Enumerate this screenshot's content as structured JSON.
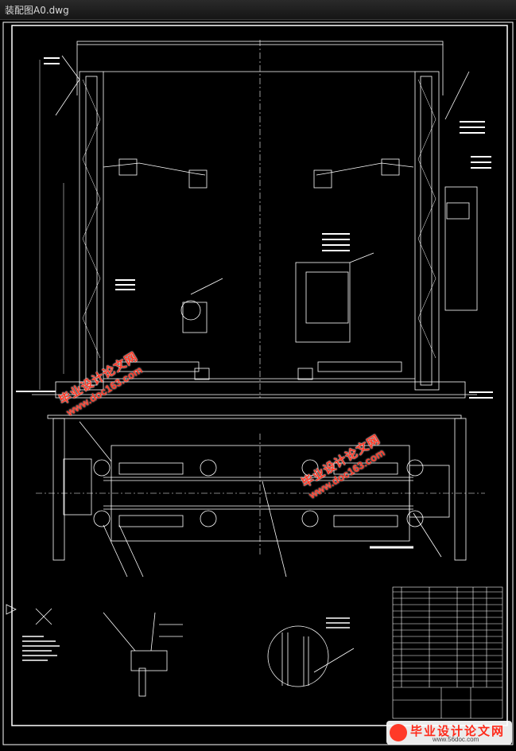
{
  "window": {
    "title": "装配图A0.dwg"
  },
  "watermarks": [
    {
      "cn": "毕业设计论文网",
      "en": "www.doc163.com"
    },
    {
      "cn": "毕业设计论文网",
      "en": "www.doc163.com"
    }
  ],
  "logo": {
    "cn": "毕业设计论文网",
    "en": "www.56doc.com"
  },
  "colors": {
    "background": "#000000",
    "lines": "#ffffff",
    "watermark": "#ff3a28",
    "title_bar": "#1e1e1e"
  }
}
